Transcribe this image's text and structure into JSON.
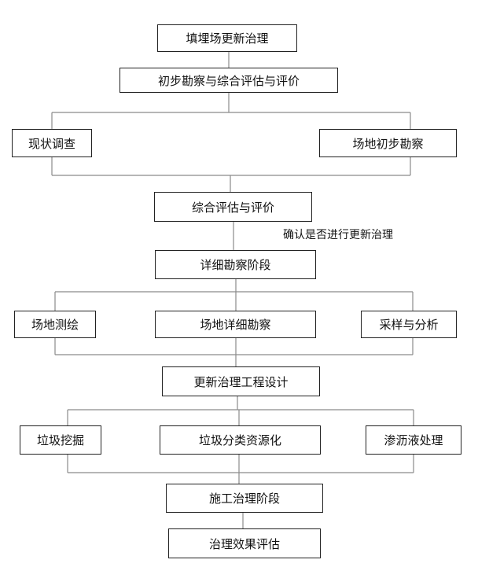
{
  "flowchart": {
    "title": "填埋场更新治理",
    "stage_initial": "初步勘察与综合评估与评价",
    "current_survey": "现状调查",
    "site_initial_survey": "场地初步勘察",
    "comprehensive_assessment": "综合评估与评价",
    "confirm_note": "确认是否进行更新治理",
    "detailed_stage": "详细勘察阶段",
    "site_mapping": "场地测绘",
    "site_detailed_survey": "场地详细勘察",
    "sampling_analysis": "采样与分析",
    "engineering_design": "更新治理工程设计",
    "waste_excavation": "垃圾挖掘",
    "waste_recycling": "垃圾分类资源化",
    "leachate_treatment": "渗沥液处理",
    "construction_stage": "施工治理阶段",
    "effect_evaluation": "治理效果评估"
  },
  "colors": {
    "line": "#8a8a8a",
    "border": "#222222"
  }
}
